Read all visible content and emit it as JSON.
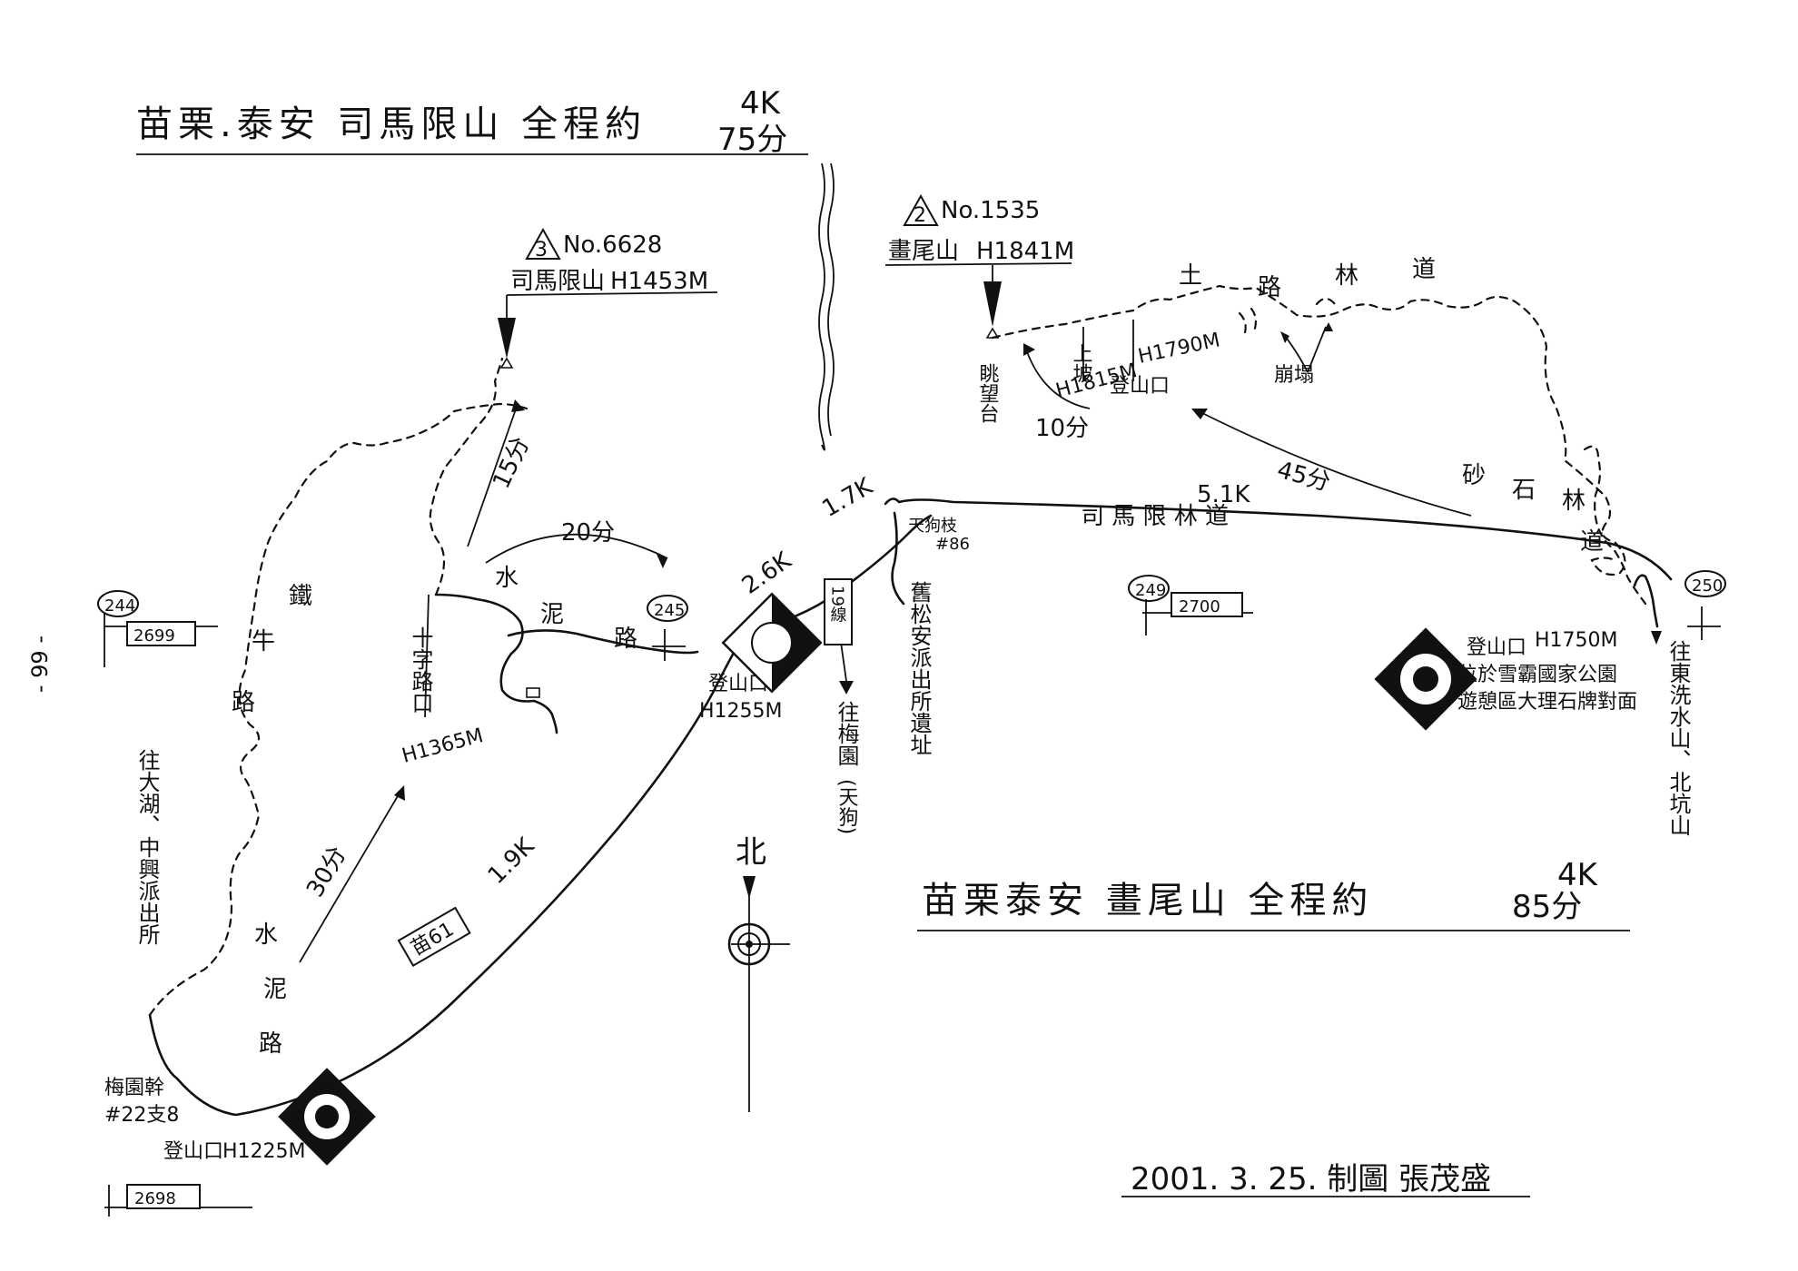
{
  "titles": {
    "left_main": "苗栗.泰安   司馬限山  全程約",
    "left_dist": "4K",
    "left_time": "75分",
    "right_main": "苗栗泰安  畫尾山  全程約",
    "right_dist": "4K",
    "right_time": "85分"
  },
  "peaks": {
    "simaxian": {
      "badge": "3",
      "no": "No.6628",
      "name": "司馬限山",
      "height": "H1453M"
    },
    "huaweishan": {
      "badge": "2",
      "no": "No.1535",
      "name": "畫尾山",
      "height": "H1841M"
    }
  },
  "grid_refs": [
    {
      "circle": "244",
      "box": "2699"
    },
    {
      "circle": "245",
      "box": ""
    },
    {
      "circle": "249",
      "box": "2700"
    },
    {
      "circle": "250",
      "box": ""
    },
    {
      "circle": "",
      "box": "2698"
    }
  ],
  "road_labels": {
    "tulu_lindao": [
      "土",
      "路",
      "林",
      "道"
    ],
    "sha_shi_lindao": [
      "砂",
      "石",
      "林",
      "道"
    ],
    "simaxian_lindao": "司 馬 限 林 道",
    "shuini_lu_top": [
      "水",
      "泥",
      "路"
    ],
    "shuini_lu_left": [
      "水",
      "泥",
      "路"
    ],
    "tie_niu_lu": [
      "鐵",
      "牛",
      "路"
    ],
    "county_road": "苗61",
    "road_19": "19線"
  },
  "distances": {
    "d_5_1k": "5.1K",
    "d_1_7k": "1.7K",
    "d_2_6k": "2.6K",
    "d_1_9k": "1.9K"
  },
  "times": {
    "t_15": "15分",
    "t_20": "20分",
    "t_30": "30分",
    "t_45": "45分",
    "t_10": "10分"
  },
  "points": {
    "deng_shan_kou_1225": "登山口",
    "h_1225": "H1225M",
    "mei_yuan_gan": "梅園幹",
    "mei_yuan_gan_no": "#22支8",
    "deng_shan_kou_1255": "登山口",
    "h_1255": "H1255M",
    "cross_road": "十字路口",
    "h_1365": "H1365M",
    "tiangou_pole": "天狗枝",
    "tiangou_no": "#86",
    "police_site": "舊松安派出所遺址",
    "to_meiyuan": "往梅園",
    "tiangou": "(天狗)",
    "to_dahu": "往大湖、中興派出所",
    "to_xueshan": "往東洗水山、北坑山",
    "deng_shan_kou_1750": "登山口",
    "h_1750": "H1750M",
    "park_note1": "位於雪霸國家公園",
    "park_note2": "遊憩區大理石牌對面",
    "lookout": "眺望台",
    "shangpo": "上坡",
    "h_1815": "H1815M",
    "h_1790": "H1790M",
    "deng_shan_kou_1790": "登山口",
    "bengta": "崩塌",
    "north": "北"
  },
  "footer": {
    "credit": "2001. 3. 25. 制圖 張茂盛",
    "page": "- 99 -"
  }
}
